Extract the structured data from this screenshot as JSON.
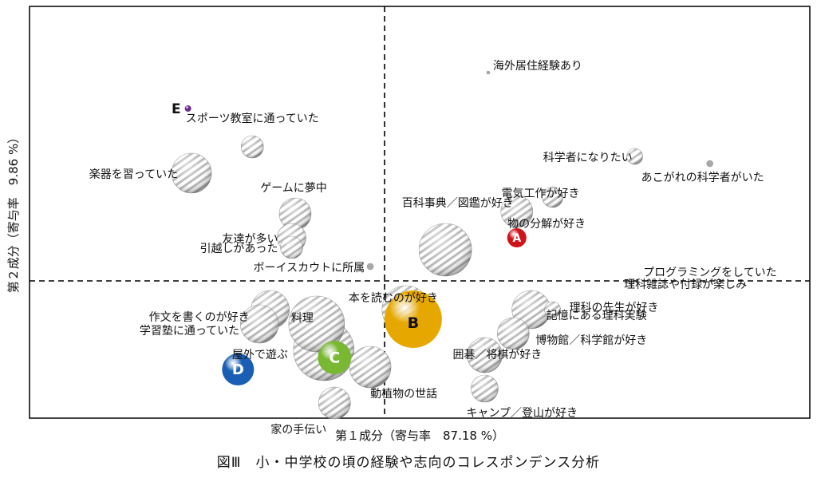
{
  "chart_data": {
    "type": "scatter",
    "title": "",
    "caption": "図Ⅲ　小・中学校の頃の経験や志向のコレスポンデンス分析",
    "xlabel": "第１成分（寄与率　87.18 %）",
    "ylabel": "第２成分（寄与率　9.86 %）",
    "xlim": [
      -1.0,
      1.0
    ],
    "ylim": [
      -1.0,
      1.0
    ],
    "grid": false,
    "reference_lines": {
      "x": 0,
      "y": 0
    },
    "items": [
      {
        "label": "海外居住経験あり",
        "x": 0.29,
        "y": 0.87,
        "size": 2
      },
      {
        "label": "スポーツ教室に通っていた",
        "x": -0.37,
        "y": 0.56,
        "size": 14
      },
      {
        "label": "楽器を習っていた",
        "x": -0.54,
        "y": 0.45,
        "size": 25
      },
      {
        "label": "ゲームに夢中",
        "x": -0.25,
        "y": 0.28,
        "size": 20
      },
      {
        "label": "友達が多い",
        "x": -0.26,
        "y": 0.18,
        "size": 18
      },
      {
        "label": "引越しがあった",
        "x": -0.26,
        "y": 0.14,
        "size": 14
      },
      {
        "label": "ボーイスカウトに所属",
        "x": -0.04,
        "y": 0.06,
        "size": 4
      },
      {
        "label": "科学者になりたい",
        "x": 0.7,
        "y": 0.52,
        "size": 10
      },
      {
        "label": "あこがれの科学者がいた",
        "x": 0.91,
        "y": 0.49,
        "size": 4
      },
      {
        "label": "電気工作が好き",
        "x": 0.47,
        "y": 0.35,
        "size": 13
      },
      {
        "label": "百科事典／図鑑が好き",
        "x": 0.37,
        "y": 0.29,
        "size": 20
      },
      {
        "label": "物の分解が好き",
        "x": 0.17,
        "y": 0.13,
        "size": 33
      },
      {
        "label": "理科雑誌や付録が楽しみ",
        "x": 0.69,
        "y": -0.01,
        "size": 2
      },
      {
        "label": "本を読むのが好き",
        "x": 0.06,
        "y": -0.12,
        "size": 30
      },
      {
        "label": "プログラミングをしていた",
        "x": 0.69,
        "y": 0.0,
        "size": 2
      },
      {
        "label": "作文を書くのが好き",
        "x": -0.32,
        "y": -0.12,
        "size": 24
      },
      {
        "label": "学習塾に通っていた",
        "x": -0.35,
        "y": -0.18,
        "size": 24
      },
      {
        "label": "料理",
        "x": -0.19,
        "y": -0.18,
        "size": 35
      },
      {
        "label": "屋外で遊ぶ",
        "x": -0.17,
        "y": -0.29,
        "size": 38
      },
      {
        "label": "動植物の世話",
        "x": -0.04,
        "y": -0.36,
        "size": 26
      },
      {
        "label": "家の手伝い",
        "x": -0.14,
        "y": -0.51,
        "size": 20
      },
      {
        "label": "理科の先生が好き",
        "x": 0.47,
        "y": -0.12,
        "size": 10
      },
      {
        "label": "記憶にある理科実験",
        "x": 0.41,
        "y": -0.12,
        "size": 24
      },
      {
        "label": "博物館／科学館が好き",
        "x": 0.36,
        "y": -0.22,
        "size": 20
      },
      {
        "label": "囲碁／将棋が好き",
        "x": 0.28,
        "y": -0.31,
        "size": 22
      },
      {
        "label": "キャンプ／登山が好き",
        "x": 0.28,
        "y": -0.45,
        "size": 17
      }
    ],
    "groups": [
      {
        "label": "A",
        "x": 0.37,
        "y": 0.18,
        "color": "#d0121b"
      },
      {
        "label": "B",
        "x": 0.08,
        "y": -0.16,
        "color": "#e6a800"
      },
      {
        "label": "C",
        "x": -0.14,
        "y": -0.32,
        "color": "#78b832"
      },
      {
        "label": "D",
        "x": -0.41,
        "y": -0.37,
        "color": "#1a5fb4"
      },
      {
        "label": "E",
        "x": -0.55,
        "y": 0.72,
        "color": "#6b2f8f"
      }
    ]
  }
}
